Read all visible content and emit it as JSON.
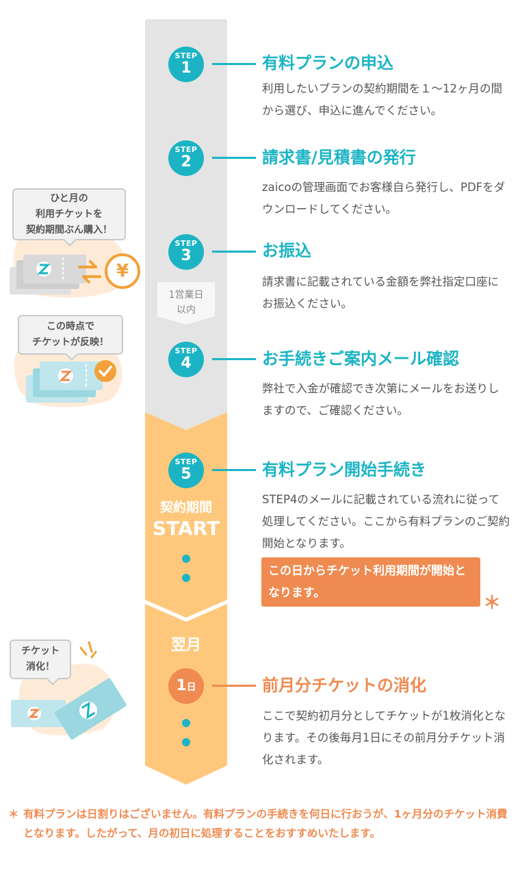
{
  "colors": {
    "teal": "#1cb4c4",
    "orange": "#ef8a50",
    "column_gray": "#e4e4e4",
    "column_yellow": "#fec87c",
    "text": "#555555"
  },
  "steps": [
    {
      "label": "STEP",
      "number": "1",
      "title": "有料プランの申込",
      "desc": "利用したいプランの契約期間を１〜12ヶ月の間から選び、申込に進んでください。"
    },
    {
      "label": "STEP",
      "number": "2",
      "title": "請求書/見積書の発行",
      "desc": "zaicoの管理画面でお客様自ら発行し、PDFをダウンロードしてください。"
    },
    {
      "label": "STEP",
      "number": "3",
      "title": "お振込",
      "desc": "請求書に記載されている金額を弊社指定口座にお振込ください。"
    },
    {
      "label": "STEP",
      "number": "4",
      "title": "お手続きご案内メール確認",
      "desc": "弊社で入金が確認でき次第にメールをお送りしますので、ご確認ください。"
    },
    {
      "label": "STEP",
      "number": "5",
      "title": "有料プラン開始手続き",
      "desc": "STEP4のメールに記載されている流れに従って処理してください。ここから有料プランのご契約開始となります。"
    }
  ],
  "final_step": {
    "number": "1",
    "unit": "日",
    "title": "前月分チケットの消化",
    "desc": "ここで契約初月分としてチケットが1枚消化となります。その後毎月1日にその前月分チケット消化されます。"
  },
  "column": {
    "business_day_line1": "1営業日",
    "business_day_line2": "以内",
    "contract_line1": "契約期間",
    "contract_line2": "START",
    "next_month": "翌月"
  },
  "highlight": {
    "text": "この日からチケット利用期間が開始となります。",
    "mark": "＊"
  },
  "side_notes": {
    "purchase": [
      "ひと月の",
      "利用チケットを",
      "契約期間ぶん購入！"
    ],
    "reflect": [
      "この時点で",
      "チケットが反映！"
    ],
    "consume": [
      "チケット",
      "消化！"
    ],
    "yen": "¥"
  },
  "icons": {
    "ticket": "ticket-icon",
    "exchange": "exchange-arrows-icon",
    "yen": "yen-coin-icon",
    "check": "check-icon",
    "sparkle": "sparkle-icon"
  },
  "footnote": {
    "mark": "＊",
    "text": "有料プランは日割りはございません。有料プランの手続きを何日に行おうが、1ヶ月分のチケット消費となります。したがって、月の初日に処理することをおすすめいたします。"
  }
}
